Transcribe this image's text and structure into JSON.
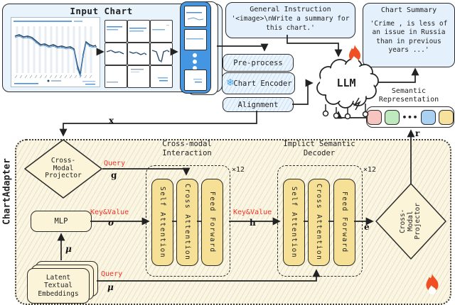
{
  "input_chart": {
    "title": "Input Chart"
  },
  "general_instruction": {
    "title": "General Instruction",
    "line1": "'<image>\\nWrite a summary for",
    "line2": "this chart.'"
  },
  "chart_summary": {
    "title": "Chart Summary",
    "lines": [
      "'Crime , is less of",
      "an issue in Russia",
      "than in previous",
      "years ...'"
    ]
  },
  "pipeline": {
    "preprocess": "Pre-process",
    "chart_encoder": "Chart Encoder",
    "alignment": "Alignment"
  },
  "llm": {
    "label": "LLM"
  },
  "semantic_representation": {
    "line1": "Semantic",
    "line2": "Representation",
    "ellipsis": "•••",
    "token_colors": [
      "#f6c5bf",
      "#bfeabd",
      "#a9d2f2",
      "#f6e19d"
    ]
  },
  "adapter": {
    "label": "ChartAdapter",
    "projector_in": {
      "line1": "Cross-",
      "line2": "Modal",
      "line3": "Projector"
    },
    "mlp": "MLP",
    "latent_embeddings": {
      "line1": "Latent",
      "line2": "Textual",
      "line3": "Embeddings"
    },
    "interaction": {
      "title1": "Cross-modal",
      "title2": "Interaction",
      "repeat": "×12",
      "bars": [
        "Self Attention",
        "Cross Attention",
        "Feed Forward"
      ]
    },
    "decoder": {
      "title1": "Implict Semantic",
      "title2": "Decoder",
      "repeat": "×12",
      "bars": [
        "Self Attention",
        "Cross Attention",
        "Feed Forward"
      ]
    },
    "projector_out": {
      "line1": "Cross-",
      "line2": "Modal",
      "line3": "Projector"
    }
  },
  "edge_labels": {
    "x": "x",
    "query_g": "Query",
    "g": "g",
    "key_value_sigma": "Key&Value",
    "sigma": "σ",
    "mu_up": "μ",
    "query_mu": "Query",
    "mu": "μ",
    "key_value_h": "Key&Value",
    "h": "h",
    "e": "e",
    "r": "r"
  },
  "colors": {
    "panel_blue": "#e9f3fb",
    "strip_blue": "#4496e2",
    "cream": "#faf6e6",
    "bar_yellow": "#f6e096",
    "red_label": "#ee3124",
    "flame_orange": "#ef4f22",
    "snowflake_blue": "#4aa4e8"
  }
}
